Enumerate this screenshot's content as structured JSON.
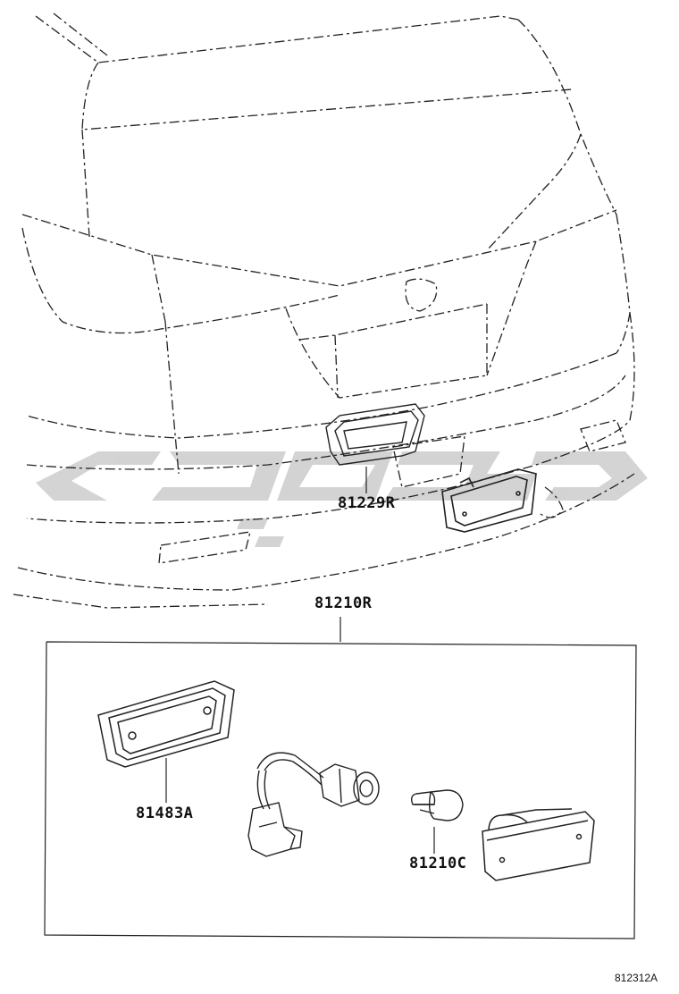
{
  "labels": {
    "garnish": "81229R",
    "assembly": "81210R",
    "gasket": "81483A",
    "bulb": "81210C"
  },
  "reference_code": "812312A",
  "colors": {
    "line": "#222222",
    "watermark": "#cfcfcf"
  }
}
